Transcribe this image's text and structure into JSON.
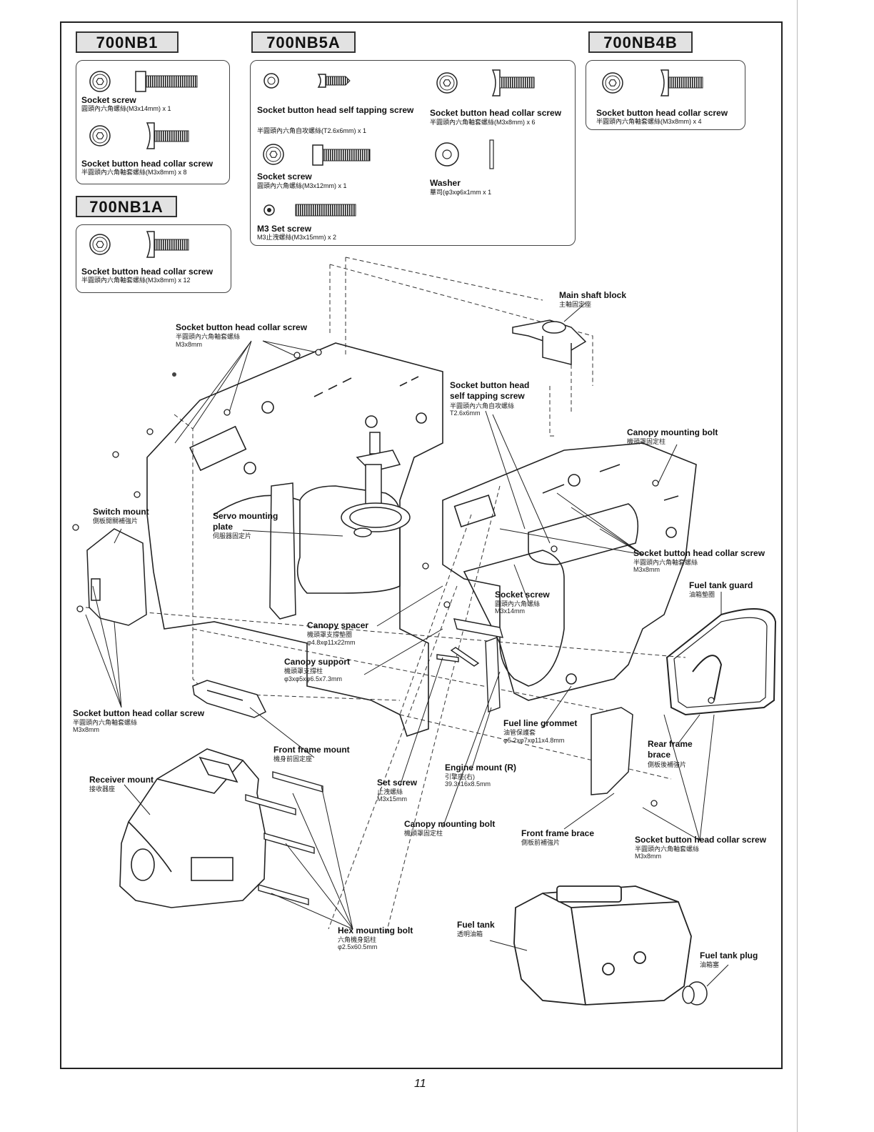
{
  "page_number": "11",
  "kits": {
    "nb1": {
      "tag": "700NB1",
      "items": [
        {
          "name": "Socket screw",
          "spec": "圓頭內六角螺絲(M3x14mm) x 1"
        },
        {
          "name": "Socket button head collar screw",
          "spec": "半圓頭內六角軸套螺絲(M3x8mm) x 8"
        }
      ]
    },
    "nb1a": {
      "tag": "700NB1A",
      "items": [
        {
          "name": "Socket button head collar screw",
          "spec": "半圓頭內六角軸套螺絲(M3x8mm) x 12"
        }
      ]
    },
    "nb5a": {
      "tag": "700NB5A",
      "items": [
        {
          "name": "Socket button head self tapping screw",
          "spec": "半圓頭內六角自攻螺絲(T2.6x6mm) x 1"
        },
        {
          "name": "Socket screw",
          "spec": "圓頭內六角螺絲(M3x12mm) x 1"
        },
        {
          "name": "M3 Set screw",
          "spec": "M3止洩螺絲(M3x15mm) x 2"
        },
        {
          "name": "Socket button head collar screw",
          "spec": "半圓頭內六角軸套螺絲(M3x8mm) x 6"
        },
        {
          "name": "Washer",
          "spec": "華司(φ3xφ6x1mm x 1"
        }
      ]
    },
    "nb4b": {
      "tag": "700NB4B",
      "items": [
        {
          "name": "Socket button head collar screw",
          "spec": "半圓頭內六角軸套螺絲(M3x8mm) x 4"
        }
      ]
    }
  },
  "callouts": {
    "main_shaft_block": {
      "name": "Main shaft block",
      "sub": [
        "主軸固定座"
      ]
    },
    "collar_screw_top": {
      "name": "Socket button head collar screw",
      "sub": [
        "半圓頭內六角軸套螺絲",
        "M3x8mm"
      ]
    },
    "self_tap_screw": {
      "name": "Socket button head\nself tapping screw",
      "sub": [
        "半圓頭內六角自攻螺絲",
        "T2.6x6mm"
      ]
    },
    "canopy_bolt_right": {
      "name": "Canopy mounting bolt",
      "sub": [
        "機頭罩固定柱"
      ]
    },
    "switch_mount": {
      "name": "Switch mount",
      "sub": [
        "側板開關補強片"
      ]
    },
    "servo_plate": {
      "name": "Servo mounting\nplate",
      "sub": [
        "伺服器固定片"
      ]
    },
    "collar_screw_right": {
      "name": "Socket button head collar screw",
      "sub": [
        "半圓頭內六角軸套螺絲",
        "M3x8mm"
      ]
    },
    "fuel_tank_guard": {
      "name": "Fuel tank guard",
      "sub": [
        "油箱墊圈"
      ]
    },
    "socket_screw": {
      "name": "Socket screw",
      "sub": [
        "圓頭內六角螺絲",
        "M3x14mm"
      ]
    },
    "canopy_spacer": {
      "name": "Canopy spacer",
      "sub": [
        "機頭罩支撐墊圈",
        "φ4.8xφ11x22mm"
      ]
    },
    "canopy_support": {
      "name": "Canopy support",
      "sub": [
        "機頭罩支撐柱",
        "φ3xφ5xφ6.5x7.3mm"
      ]
    },
    "collar_screw_left": {
      "name": "Socket button head collar screw",
      "sub": [
        "半圓頭內六角軸套螺絲",
        "M3x8mm"
      ]
    },
    "fuel_line_grommet": {
      "name": "Fuel line grommet",
      "sub": [
        "油管保護套",
        "φ5.2xφ7xφ11x4.8mm"
      ]
    },
    "front_frame_mount": {
      "name": "Front frame mount",
      "sub": [
        "機身前固定座"
      ]
    },
    "rear_frame_brace": {
      "name": "Rear frame\nbrace",
      "sub": [
        "側板後補強片"
      ]
    },
    "receiver_mount": {
      "name": "Receiver mount",
      "sub": [
        "接收器座"
      ]
    },
    "set_screw": {
      "name": "Set screw",
      "sub": [
        "止洩螺絲",
        "M3x15mm"
      ]
    },
    "engine_mount": {
      "name": "Engine mount (R)",
      "sub": [
        "引擎座(右)",
        "39.3x16x8.5mm"
      ]
    },
    "canopy_bolt_bottom": {
      "name": "Canopy mounting bolt",
      "sub": [
        "機頭罩固定柱"
      ]
    },
    "front_frame_brace": {
      "name": "Front frame brace",
      "sub": [
        "側板前補強片"
      ]
    },
    "collar_screw_bottom": {
      "name": "Socket button head collar screw",
      "sub": [
        "半圓頭內六角軸套螺絲",
        "M3x8mm"
      ]
    },
    "hex_bolt": {
      "name": "Hex mounting bolt",
      "sub": [
        "六角機身鋁柱",
        "φ2.5x60.5mm"
      ]
    },
    "fuel_tank": {
      "name": "Fuel tank",
      "sub": [
        "透明油箱"
      ]
    },
    "fuel_tank_plug": {
      "name": "Fuel tank plug",
      "sub": [
        "油箱塞"
      ]
    }
  }
}
